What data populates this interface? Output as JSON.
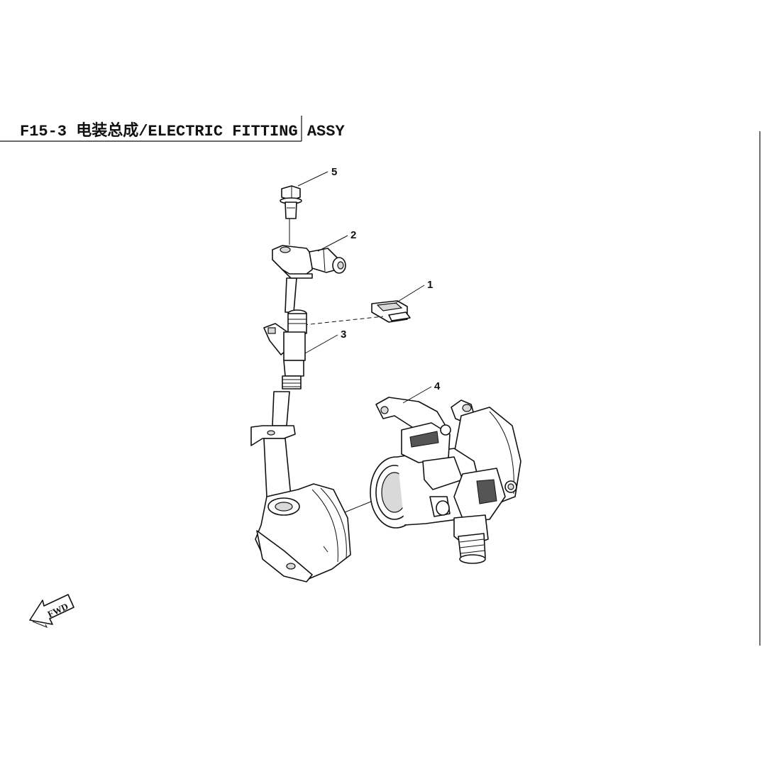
{
  "header": {
    "title": "F15-3  电装总成/ELECTRIC FITTING ASSY"
  },
  "callouts": [
    {
      "id": "1",
      "label": "1"
    },
    {
      "id": "2",
      "label": "2"
    },
    {
      "id": "3",
      "label": "3"
    },
    {
      "id": "4",
      "label": "4"
    },
    {
      "id": "5",
      "label": "5"
    }
  ],
  "fwd_indicator": {
    "label": "FWD"
  },
  "colors": {
    "line": "#111111",
    "background": "#ffffff"
  }
}
